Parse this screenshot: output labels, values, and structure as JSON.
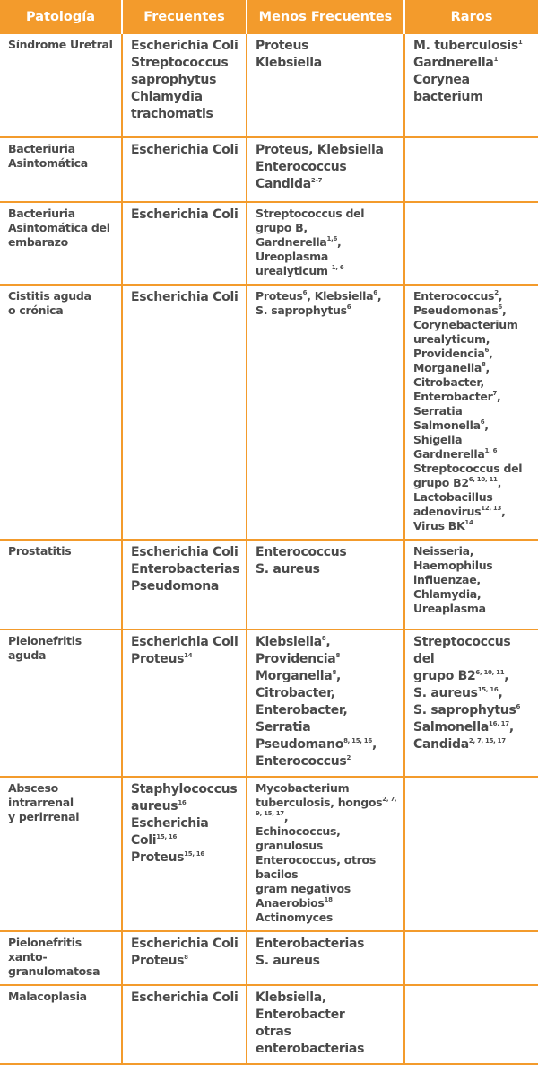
{
  "headers": [
    "Patología",
    "Frecuentes",
    "Menos Frecuentes",
    "Raros"
  ],
  "rows": [
    {
      "patologia": [
        "Síndrome Uretral"
      ],
      "frecuentes": [
        [
          "Escherichia Coli"
        ],
        [
          "Streptococcus"
        ],
        [
          "saprophytus"
        ],
        [
          "Chlamydia"
        ],
        [
          "trachomatis"
        ]
      ],
      "menos": [
        [
          "Proteus"
        ],
        [
          "Klebsiella"
        ]
      ],
      "raros": [
        [
          "M. tuberculosis",
          "1"
        ],
        [
          "Gardnerella",
          "1"
        ],
        [
          "Corynea bacterium"
        ]
      ]
    },
    {
      "patologia": [
        "Bacteriuria",
        "Asintomática"
      ],
      "frecuentes": [
        [
          "Escherichia Coli"
        ]
      ],
      "menos": [
        [
          "Proteus, Klebsiella"
        ],
        [
          "Enterococcus"
        ],
        [
          "Candida",
          "2–7"
        ]
      ],
      "raros": []
    },
    {
      "patologia": [
        "Bacteriuria",
        "Asintomática del",
        "embarazo"
      ],
      "frecuentes": [
        [
          "Escherichia Coli"
        ]
      ],
      "menos": [
        [
          "Streptococcus del grupo B,"
        ],
        [
          "Gardnerella",
          "1,6",
          ", Ureoplasma"
        ],
        [
          "urealyticum ",
          "1, 6"
        ]
      ],
      "raros": []
    },
    {
      "patologia": [
        "Cistitis aguda",
        "o crónica"
      ],
      "frecuentes": [
        [
          "Escherichia Coli"
        ]
      ],
      "menos": [
        [
          "Proteus",
          "6",
          ", Klebsiella",
          "6",
          ","
        ],
        [
          "S. saprophytus",
          "6"
        ]
      ],
      "raros": [
        [
          "Enterococcus",
          "2",
          ","
        ],
        [
          "Pseudomonas",
          "6",
          ","
        ],
        [
          "Corynebacterium"
        ],
        [
          "urealyticum,"
        ],
        [
          "Providencia",
          "6",
          ","
        ],
        [
          "Morganella",
          "8",
          ","
        ],
        [
          "Citrobacter,"
        ],
        [
          "Enterobacter",
          "7",
          ", Serratia"
        ],
        [
          "Salmonella",
          "6",
          ", Shigella"
        ],
        [
          "Gardnerella",
          "1, 6"
        ],
        [
          "Streptococcus del"
        ],
        [
          "grupo B2",
          "6, 10, 11",
          ","
        ],
        [
          "Lactobacillus"
        ],
        [
          "adenovirus",
          "12, 13",
          ","
        ],
        [
          "Virus BK",
          "14"
        ]
      ]
    },
    {
      "patologia": [
        "Prostatitis"
      ],
      "frecuentes": [
        [
          "Escherichia Coli"
        ],
        [
          "Enterobacterias"
        ],
        [
          "Pseudomona"
        ]
      ],
      "menos": [
        [
          "Enterococcus"
        ],
        [
          "S. aureus"
        ]
      ],
      "raros": [
        [
          "Neisseria,"
        ],
        [
          "Haemophilus"
        ],
        [
          "influenzae,"
        ],
        [
          "Chlamydia,"
        ],
        [
          "Ureaplasma"
        ]
      ]
    },
    {
      "patologia": [
        "Pielonefritis aguda"
      ],
      "frecuentes": [
        [
          "Escherichia Coli"
        ],
        [
          "Proteus",
          "14"
        ]
      ],
      "menos": [
        [
          "Klebsiella",
          "8",
          ", Providencia",
          "8"
        ],
        [
          "Morganella",
          "8",
          ", Citrobacter,"
        ],
        [
          "Enterobacter, Serratia"
        ],
        [
          "Pseudomano",
          "8, 15, 16",
          ","
        ],
        [
          "Enterococcus",
          "2"
        ]
      ],
      "raros": [
        [
          "Streptococcus del"
        ],
        [
          "grupo B2",
          "6, 10, 11",
          ","
        ],
        [
          "S. aureus",
          "15, 16",
          ","
        ],
        [
          "S. saprophytus",
          "6"
        ],
        [
          "Salmonella",
          "16, 17",
          ","
        ],
        [
          "Candida",
          "2, 7, 15, 17"
        ]
      ]
    },
    {
      "patologia": [
        "Absceso intrarrenal",
        "y perirrenal"
      ],
      "frecuentes": [
        [
          "Staphylococcus"
        ],
        [
          "aureus",
          "16"
        ],
        [
          "Escherichia Coli",
          "15, 16"
        ],
        [
          "Proteus",
          "15, 16"
        ]
      ],
      "menos": [
        [
          "Mycobacterium"
        ],
        [
          "tuberculosis, hongos",
          "2, 7, 9, 15, 17",
          ","
        ],
        [
          "Echinococcus, granulosus"
        ],
        [
          "Enterococcus, otros bacilos"
        ],
        [
          "gram negativos"
        ],
        [
          "Anaerobios",
          "18"
        ],
        [
          "Actinomyces"
        ]
      ],
      "raros": []
    },
    {
      "patologia": [
        "Pielonefritis xanto-",
        "granulomatosa"
      ],
      "frecuentes": [
        [
          "Escherichia Coli"
        ],
        [
          "Proteus",
          "8"
        ]
      ],
      "menos": [
        [
          "Enterobacterias"
        ],
        [
          "S. aureus"
        ]
      ],
      "raros": []
    },
    {
      "patologia": [
        "Malacoplasia"
      ],
      "frecuentes": [
        [
          "Escherichia Coli"
        ]
      ],
      "menos": [
        [
          "Klebsiella, Enterobacter"
        ],
        [
          "otras enterobacterias"
        ]
      ],
      "raros": []
    }
  ],
  "colors": {
    "header_bg": "#f39b2c",
    "border": "#f39b2c",
    "text": "#4a4a4a"
  }
}
